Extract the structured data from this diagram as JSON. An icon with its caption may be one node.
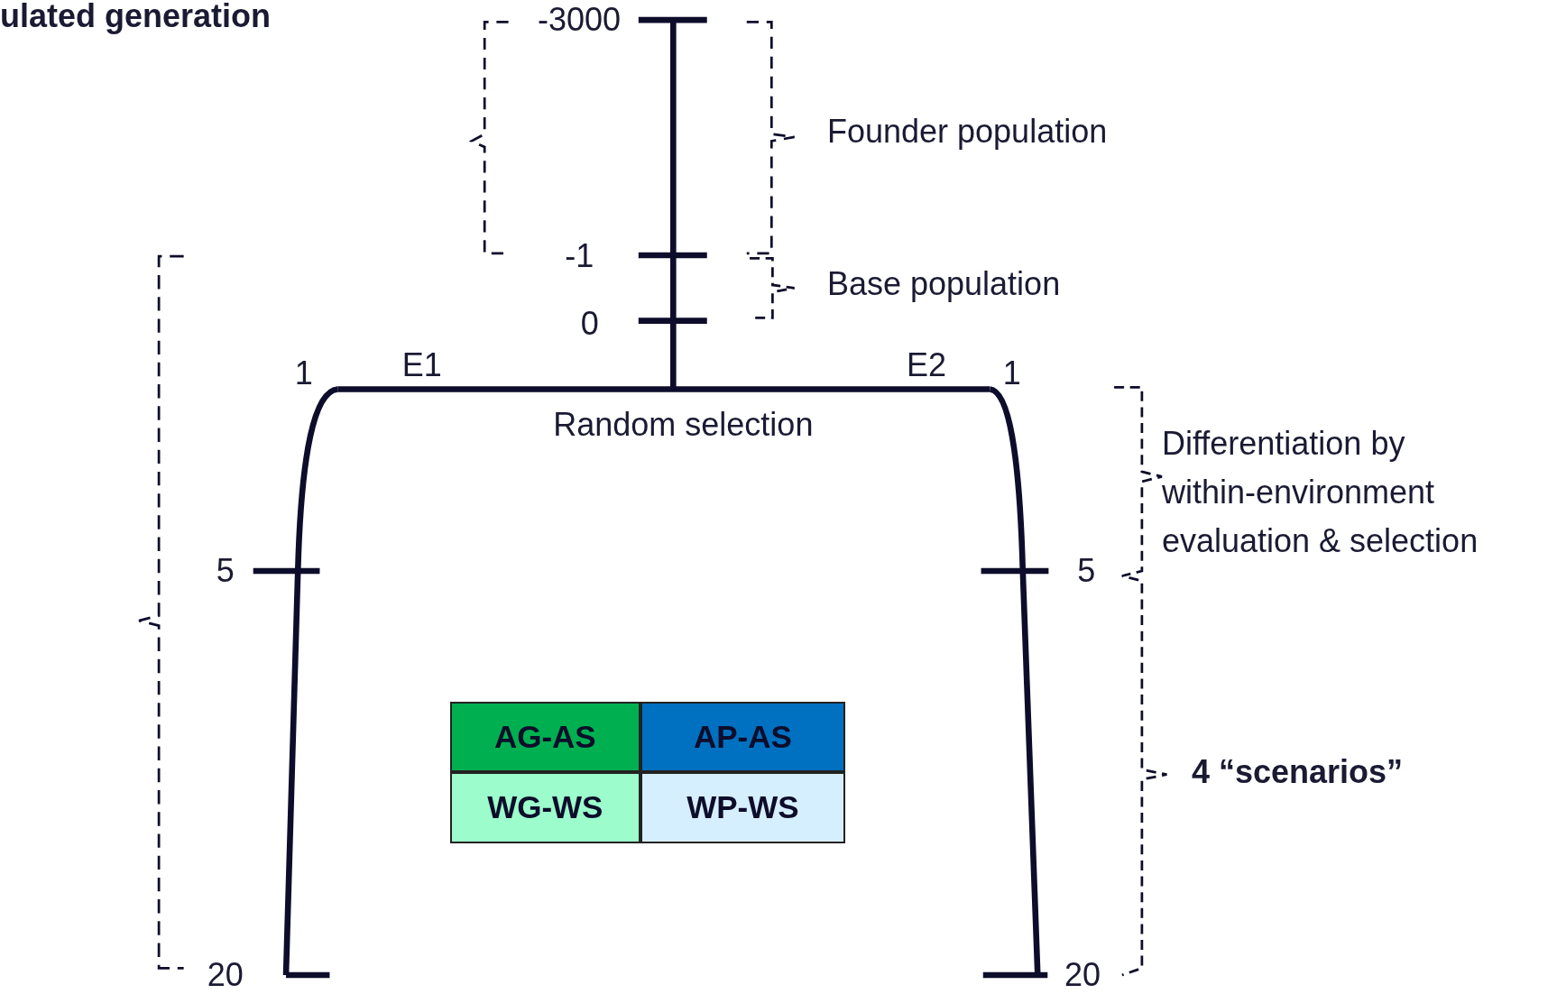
{
  "diagram": {
    "title": "ulated generation",
    "nodes": [
      {
        "text": [
          "AG-AS"
        ]
      },
      {
        "text": [
          "AP-AS"
        ]
      },
      {
        "text": [
          "WG-WS"
        ]
      },
      {
        "text": [
          "WP-WS"
        ]
      }
    ],
    "labels": [
      "-3000",
      "Founder population",
      "-1",
      "Base population",
      "0",
      "1",
      "E1",
      "E2",
      "1",
      "Random selection",
      "Differentiation by within-environment evaluation & selection",
      "5",
      "5",
      "4 “scenarios”",
      "20",
      "20"
    ]
  }
}
